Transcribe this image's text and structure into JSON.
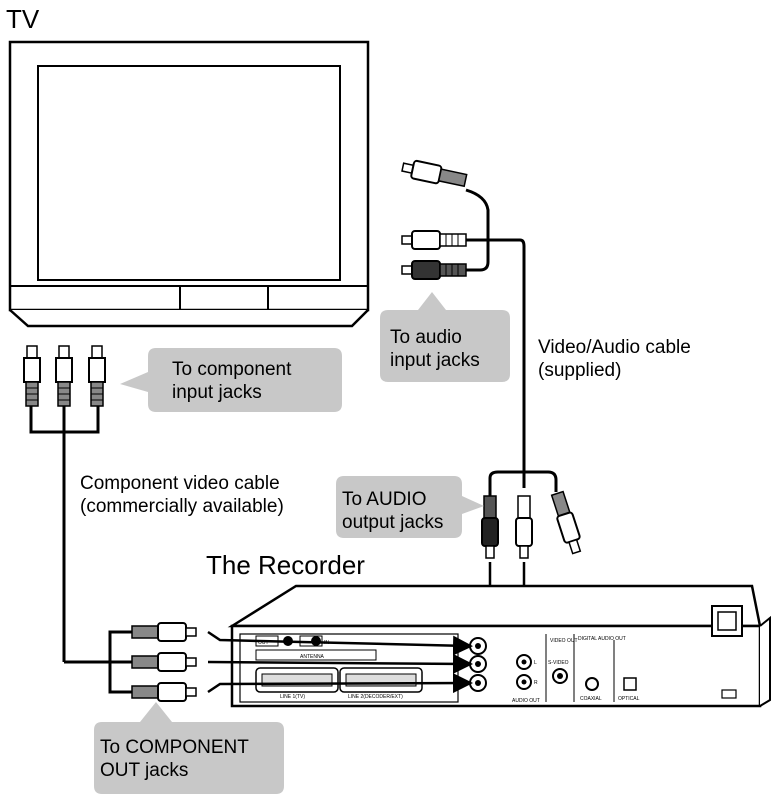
{
  "title": "TV",
  "recorder_title": "The Recorder",
  "callouts": {
    "component_input": [
      "To component",
      "input jacks"
    ],
    "audio_input": [
      "To audio",
      "input jacks"
    ],
    "audio_output": [
      "To AUDIO",
      "output jacks"
    ],
    "component_out": [
      "To COMPONENT",
      "OUT jacks"
    ]
  },
  "cable_labels": {
    "av_cable": [
      "Video/Audio cable",
      "(supplied)"
    ],
    "component_cable": [
      "Component video cable",
      "(commercially available)"
    ]
  },
  "panel_labels": {
    "antenna": "ANTENNA",
    "ant_out": "OUT",
    "ant_in": "IN",
    "line1": "LINE 1(TV)",
    "line2": "LINE 2(DECODER/EXT)",
    "video_out": "VIDEO OUT",
    "s_video": "S-VIDEO",
    "audio_out": "AUDIO OUT",
    "audio_l": "L",
    "audio_r": "R",
    "digital_audio_out": "DIGITAL AUDIO OUT",
    "coaxial": "COAXIAL",
    "optical": "OPTICAL"
  },
  "colors": {
    "callout_fill": "#c8c8c8",
    "stroke": "#000000",
    "background": "#ffffff"
  }
}
